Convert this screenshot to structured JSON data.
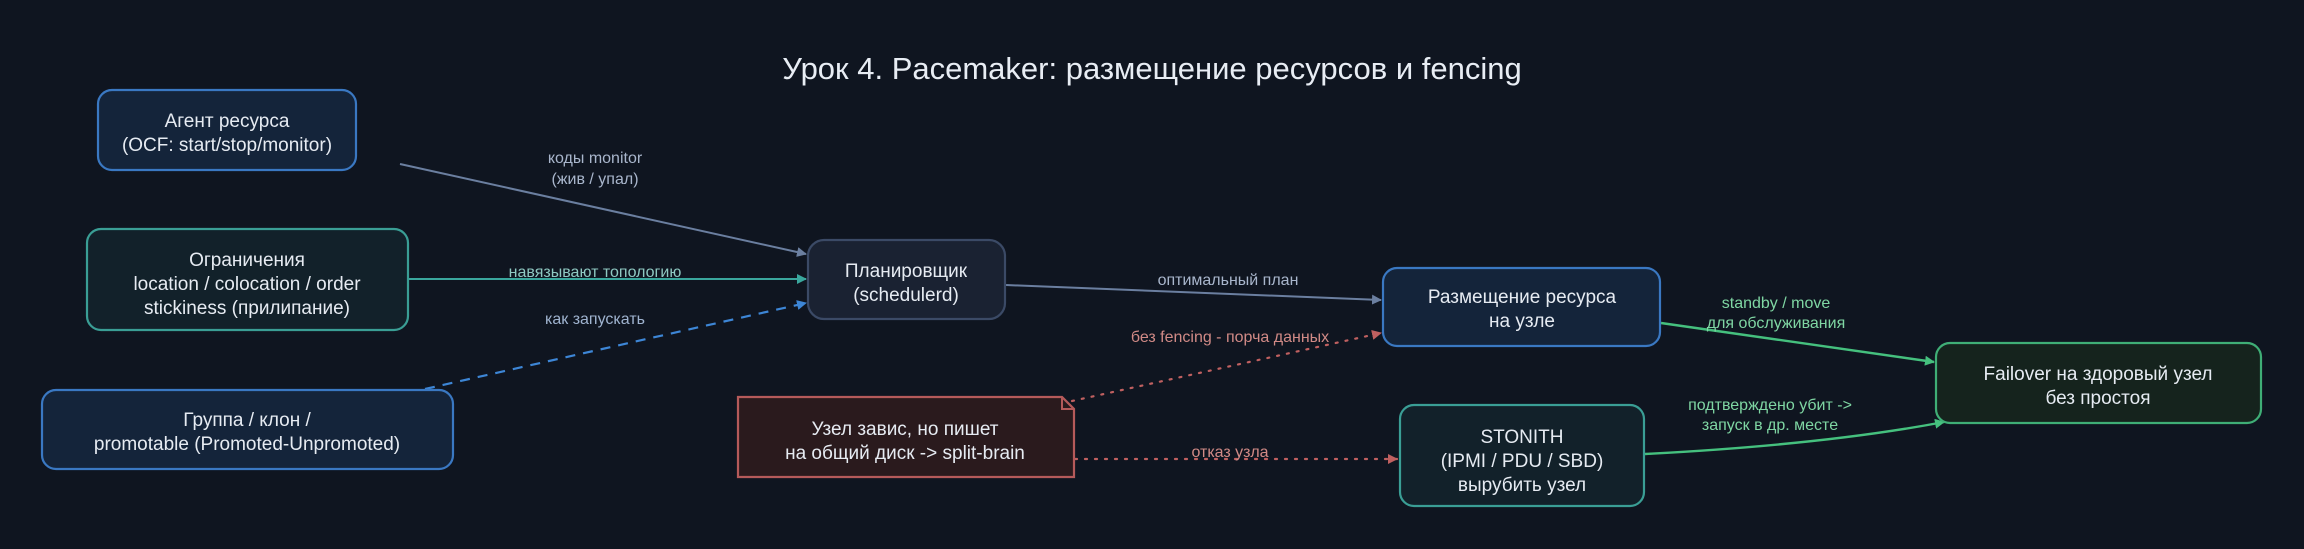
{
  "title": "Урок 4. Pacemaker: размещение ресурсов и fencing",
  "colors": {
    "background": "#0f1520",
    "blue_node_fill": "#14243a",
    "blue_node_border": "#3a78c2",
    "teal_node_fill": "#12212a",
    "teal_node_border": "#3a9e95",
    "scheduler_fill": "#1a2232",
    "scheduler_border": "#3b4a66",
    "failover_fill": "#15231d",
    "failover_border": "#3fae76",
    "warning_fill": "#2a1a1d",
    "warning_border": "#b55a5a",
    "edge_gray": "#6b7fa0",
    "edge_teal": "#3aa79d",
    "edge_blue": "#3d86d6",
    "edge_red": "#c06060",
    "edge_green": "#45c07e"
  },
  "nodes": {
    "agent": {
      "lines": [
        "Агент ресурса",
        "(OCF: start/stop/monitor)"
      ]
    },
    "constraints": {
      "lines": [
        "Ограничения",
        "location / colocation / order",
        "stickiness (прилипание)"
      ]
    },
    "group": {
      "lines": [
        "Группа / клон /",
        "promotable (Promoted-Unpromoted)"
      ]
    },
    "scheduler": {
      "lines": [
        "Планировщик",
        "(schedulerd)"
      ]
    },
    "placement": {
      "lines": [
        "Размещение ресурса",
        "на узле"
      ]
    },
    "failover": {
      "lines": [
        "Failover на здоровый узел",
        "без простоя"
      ]
    },
    "splitbrain": {
      "lines": [
        "Узел завис, но пишет",
        "на общий диск -> split-brain"
      ]
    },
    "stonith": {
      "lines": [
        "STONITH",
        "(IPMI / PDU / SBD)",
        "вырубить узел"
      ]
    }
  },
  "edges": {
    "agent_scheduler": {
      "lines": [
        "коды monitor",
        "(жив / упал)"
      ]
    },
    "constraints_scheduler": {
      "lines": [
        "навязывают топологию"
      ]
    },
    "group_scheduler": {
      "lines": [
        "как запускать"
      ]
    },
    "scheduler_placement": {
      "lines": [
        "оптимальный план"
      ]
    },
    "splitbrain_placement": {
      "lines": [
        "без fencing - порча данных"
      ]
    },
    "splitbrain_stonith": {
      "lines": [
        "отказ узла"
      ]
    },
    "placement_failover": {
      "lines": [
        "standby / move",
        "для обслуживания"
      ]
    },
    "stonith_failover": {
      "lines": [
        "подтверждено убит ->",
        "запуск в др. месте"
      ]
    }
  }
}
